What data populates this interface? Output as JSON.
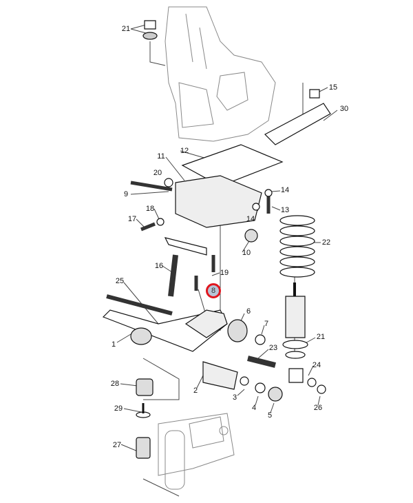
{
  "diagram": {
    "callouts": [
      "21",
      "15",
      "30",
      "12",
      "11",
      "20",
      "9",
      "14",
      "13",
      "14",
      "18",
      "17",
      "10",
      "22",
      "16",
      "19",
      "25",
      "6",
      "7",
      "1",
      "23",
      "21",
      "24",
      "28",
      "2",
      "3",
      "4",
      "5",
      "26",
      "29",
      "27"
    ],
    "highlighted_callout": "8",
    "highlight_color": "#e0161e"
  }
}
